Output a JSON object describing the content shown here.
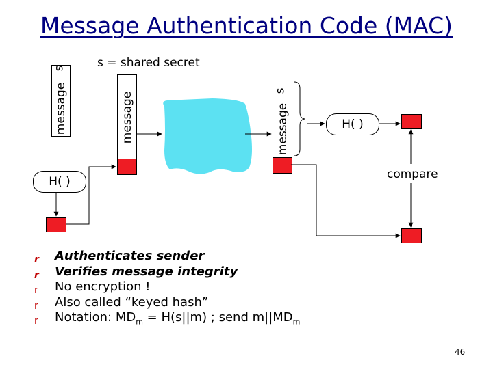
{
  "title": "Message Authentication Code (MAC)",
  "secret_note": "s = shared secret",
  "boxes": {
    "left_message": "message",
    "left_s": "s",
    "middle_message": "message",
    "right_message": "message",
    "right_s": "s"
  },
  "hash_left": "H( )",
  "hash_right": "H( )",
  "compare_label": "compare",
  "bullets": [
    {
      "text": "Authenticates sender",
      "style": "bold-italic"
    },
    {
      "text": "Verifies message integrity",
      "style": "bold-italic"
    },
    {
      "text": "No encryption !",
      "style": "normal"
    },
    {
      "text": "Also called “keyed hash”",
      "style": "normal"
    },
    {
      "pre": "Notation: MD",
      "sub1": "m",
      "mid": " = H(s||m) ; send m||MD",
      "sub2": "m",
      "style": "normal"
    }
  ],
  "bullet_marker": "r",
  "page_number": "46",
  "colors": {
    "title": "#000080",
    "red_box": "#ee1c24",
    "cloud": "#5ce1f2",
    "bullet": "#c00000"
  }
}
